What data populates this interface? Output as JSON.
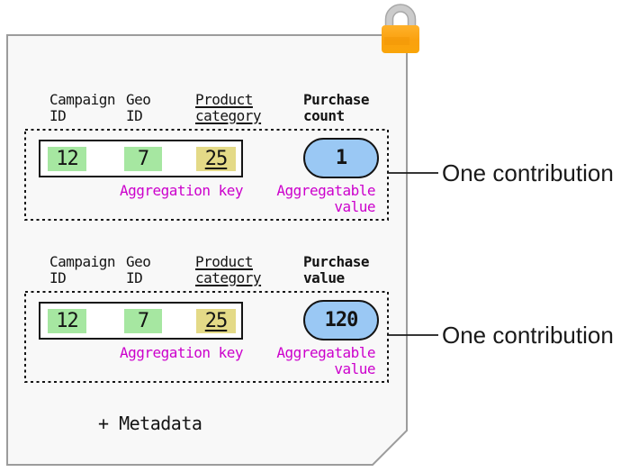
{
  "colors": {
    "sheet_bg": "#F8F8F8",
    "sheet_border": "#9C9C9C",
    "key_cell_green": "#A6E7A1",
    "key_cell_yellow": "#E4DA87",
    "value_blue": "#9AC8F4",
    "label_magenta": "#CC00CC",
    "lock_body_orange": "#FBA51C",
    "lock_shackle_gray": "#C9C9C9",
    "outline_black": "#141414"
  },
  "report": {
    "metadata_label": "+ Metadata",
    "contributions": [
      {
        "headers": [
          {
            "line1": "Campaign",
            "line2": "ID"
          },
          {
            "line1": "Geo",
            "line2": "ID"
          },
          {
            "line1": "Product",
            "line2": "category"
          },
          {
            "line1": "Purchase",
            "line2": "count"
          }
        ],
        "key_cells": [
          {
            "value": "12"
          },
          {
            "value": "7"
          },
          {
            "value": "25"
          }
        ],
        "aggregation_key_label": "Aggregation key",
        "aggregatable_value_label": {
          "line1": "Aggregatable",
          "line2": "value"
        },
        "value": "1",
        "annotation": "One contribution"
      },
      {
        "headers": [
          {
            "line1": "Campaign",
            "line2": "ID"
          },
          {
            "line1": "Geo",
            "line2": "ID"
          },
          {
            "line1": "Product",
            "line2": "category"
          },
          {
            "line1": "Purchase",
            "line2": "value"
          }
        ],
        "key_cells": [
          {
            "value": "12"
          },
          {
            "value": "7"
          },
          {
            "value": "25"
          }
        ],
        "aggregation_key_label": "Aggregation key",
        "aggregatable_value_label": {
          "line1": "Aggregatable",
          "line2": "value"
        },
        "value": "120",
        "annotation": "One contribution"
      }
    ]
  }
}
